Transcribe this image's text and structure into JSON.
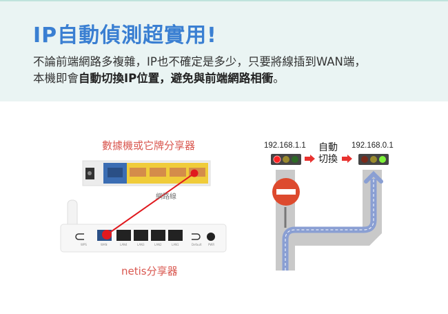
{
  "header": {
    "title": "IP自動偵測超實用!",
    "line1": "不論前端網路多複雜，IP也不確定是多少，只要將線插到WAN端，",
    "line2_normal": "本機即會",
    "line2_bold": "自動切換IP位置，避免與前端網路相衝",
    "line2_end": "。"
  },
  "diagram_left": {
    "top_label": "數據機或它牌分享器",
    "cable_label": "網路線",
    "bottom_label": "netis分享器",
    "port_labels": [
      "WPS",
      "WAN",
      "LAN4",
      "LAN3",
      "LAN2",
      "LAN1",
      "Default",
      "PWR"
    ]
  },
  "diagram_right": {
    "ip_old": "192.168.1.1",
    "switch_line1": "自動",
    "switch_line2": "切換",
    "ip_new": "192.168.0.1"
  },
  "colors": {
    "title": "#3a7fd2",
    "label": "#d9574f",
    "header_bg": "#eaf4f3"
  }
}
